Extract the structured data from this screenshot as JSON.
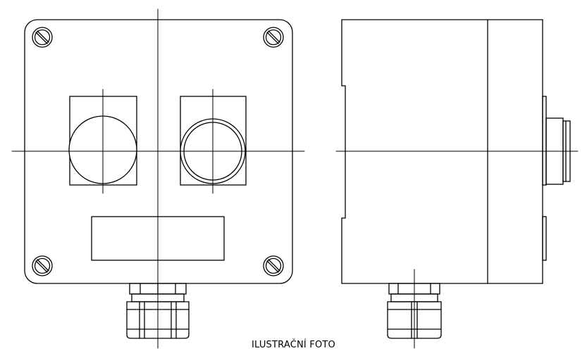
{
  "caption": "ILUSTRAČNÍ FOTO",
  "drawing": {
    "views": [
      "front-view",
      "side-view"
    ],
    "front_view": {
      "screws": 4,
      "buttons": [
        "flat-push-button",
        "ringed-push-button"
      ],
      "label_plate": true,
      "cable_glands": 1
    },
    "side_view": {
      "button_protrusion": true,
      "cable_glands": 1
    },
    "stroke_color": "#000000",
    "background_color": "#ffffff"
  }
}
